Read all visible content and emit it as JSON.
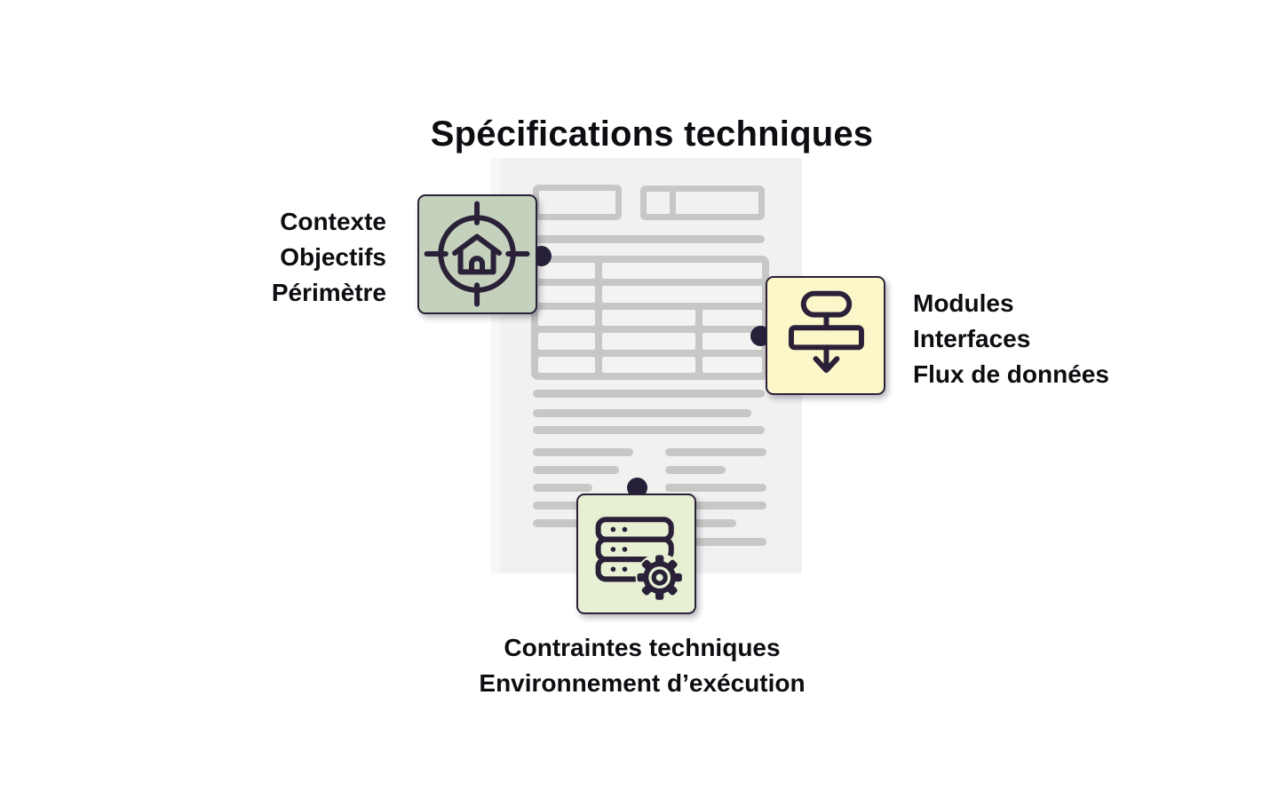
{
  "title": "Spécifications techniques",
  "nodes": {
    "context": {
      "label_lines": [
        "Contexte",
        "Objectifs",
        "Périmètre"
      ],
      "icon": "target-home-icon",
      "fill": "#c4d1bc"
    },
    "modules": {
      "label_lines": [
        "Modules",
        "Interfaces",
        "Flux de données"
      ],
      "icon": "flowchart-icon",
      "fill": "#fbf7c8"
    },
    "constraints": {
      "label_lines": [
        "Contraintes techniques",
        "Environnement d’exécution"
      ],
      "icon": "server-gear-icon",
      "fill": "#e7f0d3"
    }
  },
  "colors": {
    "icon_stroke": "#2a2138",
    "connector_dot": "#262038",
    "text": "#0d0d12",
    "document_bg": "#f1f1f0",
    "document_line": "#c7c7c6",
    "background": "#ffffff"
  }
}
